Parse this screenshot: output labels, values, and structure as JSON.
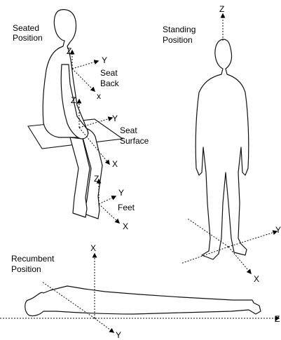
{
  "seated": {
    "title_line1": "Seated",
    "title_line2": "Position",
    "seat_back": {
      "z": "Z",
      "y": "Y",
      "x": "x",
      "label_line1": "Seat",
      "label_line2": "Back"
    },
    "seat_surface": {
      "z": "Z",
      "y": "Y",
      "x": "X",
      "label_line1": "Seat",
      "label_line2": "Surface"
    },
    "feet": {
      "z": "Z",
      "y": "Y",
      "x": "X",
      "label": "Feet"
    }
  },
  "standing": {
    "title_line1": "Standing",
    "title_line2": "Position",
    "z": "Z",
    "y": "Y",
    "x": "X"
  },
  "recumbent": {
    "title_line1": "Recumbent",
    "title_line2": "Position",
    "x": "X",
    "z": "Z",
    "y": "Y"
  }
}
